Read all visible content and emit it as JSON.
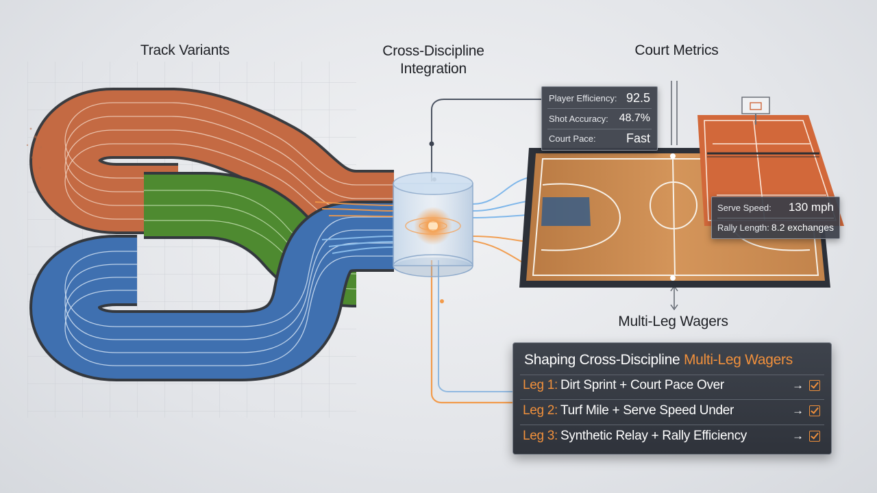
{
  "headings": {
    "track_variants": "Track Variants",
    "integration_line1": "Cross-Discipline",
    "integration_line2": "Integration",
    "court_metrics": "Court Metrics",
    "multi_leg": "Multi-Leg Wagers"
  },
  "metrics_basketball": [
    {
      "label": "Player Efficiency:",
      "value": "92.5"
    },
    {
      "label": "Shot Accuracy:",
      "value": "48.7%"
    },
    {
      "label": "Court Pace:",
      "value": "Fast"
    }
  ],
  "metrics_tennis": [
    {
      "label": "Serve Speed:",
      "value": "130 mph"
    },
    {
      "label": "Rally Length:",
      "value": "8.2 exchanges"
    }
  ],
  "wager_panel": {
    "title_prefix": "Shaping Cross-Discipline ",
    "title_highlight": "Multi-Leg Wagers",
    "legs": [
      {
        "num": "Leg 1:",
        "text": "Dirt Sprint + Court Pace Over",
        "arrow": "→"
      },
      {
        "num": "Leg 2:",
        "text": "Turf Mile + Serve Speed Under",
        "arrow": "→"
      },
      {
        "num": "Leg 3:",
        "text": "Synthetic Relay + Rally Efficiency",
        "arrow": "→"
      }
    ]
  },
  "colors": {
    "dirt": "#c46a43",
    "turf": "#4e8a30",
    "synthetic": "#3f70b0",
    "accent_orange": "#f0903c",
    "accent_blue": "#6aa8e8",
    "hardwood": "#c98b52",
    "clay": "#d2683a",
    "panel_bg": "#3a3e48"
  },
  "icons": [
    "hub-cylinder-icon",
    "basketball-hoop-icon",
    "check-box-icon"
  ]
}
